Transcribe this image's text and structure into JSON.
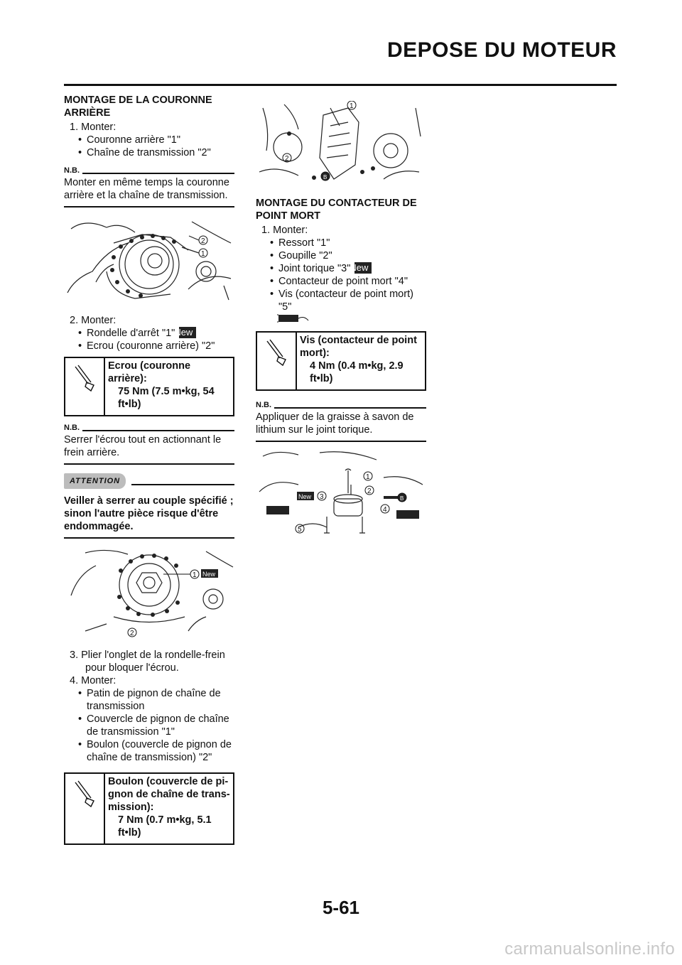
{
  "header": {
    "title": "DEPOSE DU MOTEUR"
  },
  "col1": {
    "sec1": {
      "title": "MONTAGE DE LA COURONNE ARRIÈRE",
      "step1": "1.  Monter:",
      "b1": "Couronne arrière \"1\"",
      "b2": "Chaîne de transmission \"2\"",
      "nb_label": "N.B.",
      "nb_text": "Monter en même temps la couronne arrière et la chaîne de transmission.",
      "fig1_labels": [
        "1",
        "2"
      ],
      "step2": "2.  Monter:",
      "b3": "Rondelle d'arrêt \"1\"",
      "b4": "Ecrou (couronne arrière) \"2\"",
      "torque1_title": "Ecrou (couronne arrière):",
      "torque1_value": "75 Nm (7.5 m•kg, 54 ft•lb)",
      "nb2_label": "N.B.",
      "nb2_text": "Serrer l'écrou tout en actionnant le frein arrière.",
      "attn_label": "ATTENTION",
      "attn_text": "Veiller à serrer au couple spécifié ; sinon l'autre pièce risque d'être endommagée.",
      "fig2_labels": [
        "1",
        "2"
      ],
      "step3": "3.  Plier l'onglet de la rondelle-frein pour bloquer l'écrou.",
      "step4": "4.  Monter:",
      "b5": "Patin de pignon de chaîne de transmission",
      "b6": "Couvercle de pignon de chaîne de transmission \"1\"",
      "b7": "Boulon (couvercle de pignon de chaîne de transmission) \"2\"",
      "torque2_title": "Boulon (couvercle de pi-gnon de chaîne de trans-mission):",
      "torque2_value": "7 Nm (0.7 m•kg, 5.1 ft•lb)"
    }
  },
  "col2": {
    "fig3_labels": [
      "1",
      "2",
      "B"
    ],
    "sec2": {
      "title": "MONTAGE DU CONTACTEUR DE POINT MORT",
      "step1": "1.  Monter:",
      "b1": "Ressort \"1\"",
      "b2": "Goupille \"2\"",
      "b3": "Joint torique \"3\"",
      "b4": "Contacteur de point mort \"4\"",
      "b5": "Vis (contacteur de point mort) \"5\"",
      "torque_title": "Vis (contacteur de point mort):",
      "torque_value": "4 Nm (0.4 m•kg, 2.9 ft•lb)",
      "nb_label": "N.B.",
      "nb_text": "Appliquer de la graisse à savon de lithium sur le joint torique.",
      "fig4_labels": [
        "1",
        "2",
        "3",
        "4",
        "5",
        "B"
      ]
    }
  },
  "new_label": "New",
  "footer": {
    "page": "5-61",
    "watermark": "carmanualsonline.info"
  }
}
